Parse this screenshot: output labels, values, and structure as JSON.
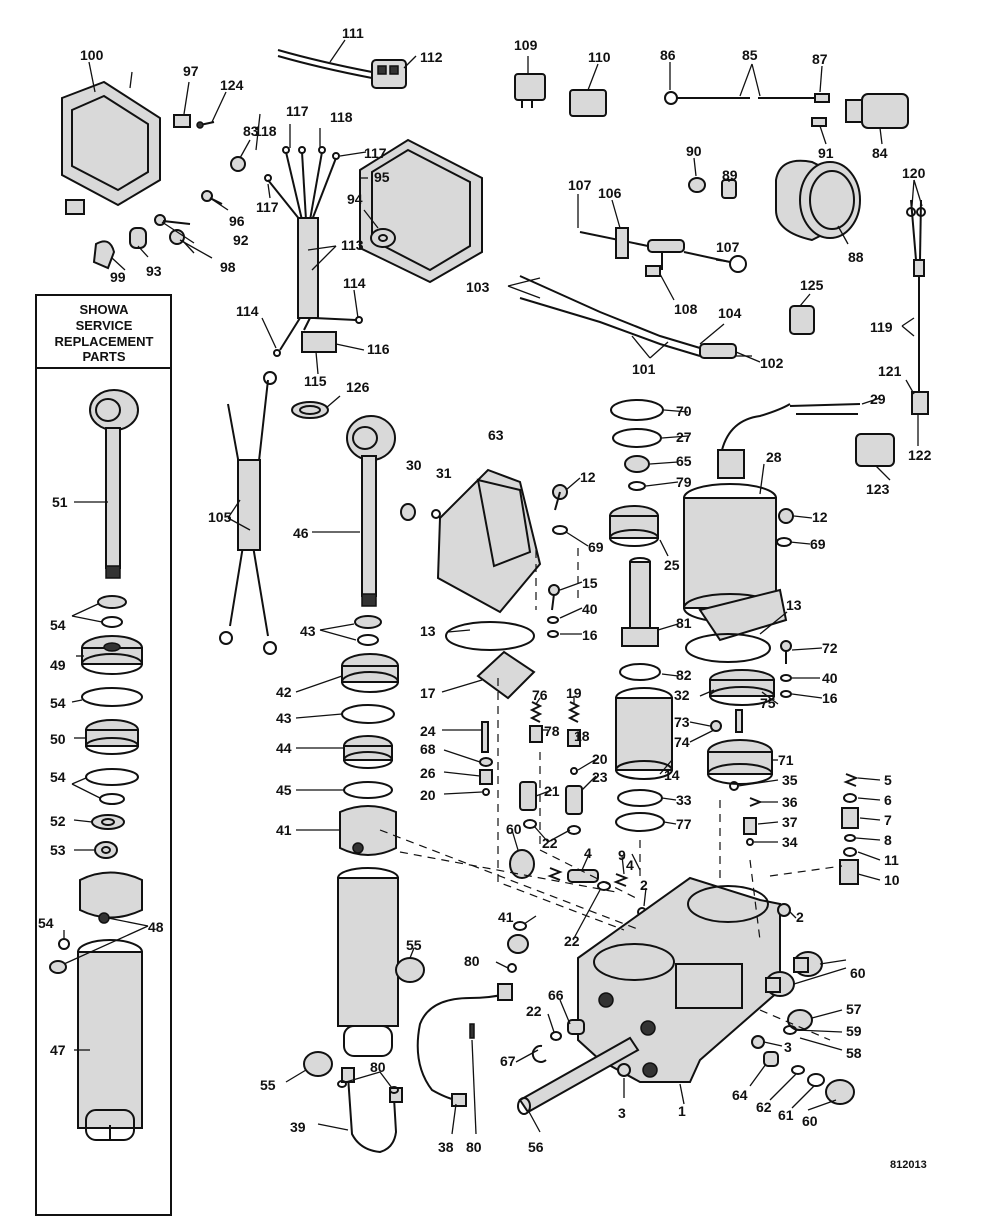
{
  "showa_box": {
    "title_lines": [
      "SHOWA",
      "SERVICE",
      "REPLACEMENT",
      "PARTS"
    ]
  },
  "drawing_number": "812013",
  "callouts": {
    "c1": "1",
    "c2a": "2",
    "c2b": "2",
    "c3a": "3",
    "c3b": "3",
    "c4a": "4",
    "c4b": "4",
    "c5": "5",
    "c6": "6",
    "c7": "7",
    "c8": "8",
    "c9": "9",
    "c10": "10",
    "c11": "11",
    "c12a": "12",
    "c12b": "12",
    "c13a": "13",
    "c13b": "13",
    "c14": "14",
    "c15": "15",
    "c16a": "16",
    "c16b": "16",
    "c17": "17",
    "c18": "18",
    "c19": "19",
    "c20a": "20",
    "c20b": "20",
    "c21": "21",
    "c22a": "22",
    "c22b": "22",
    "c22c": "22",
    "c23": "23",
    "c24": "24",
    "c25": "25",
    "c26": "26",
    "c27": "27",
    "c28": "28",
    "c29": "29",
    "c30": "30",
    "c31": "31",
    "c32": "32",
    "c33": "33",
    "c34": "34",
    "c35": "35",
    "c36": "36",
    "c37": "37",
    "c38": "38",
    "c39": "39",
    "c40a": "40",
    "c40b": "40",
    "c41a": "41",
    "c41b": "41",
    "c42": "42",
    "c43a": "43",
    "c43b": "43",
    "c44": "44",
    "c45": "45",
    "c46": "46",
    "c47": "47",
    "c48": "48",
    "c49": "49",
    "c50": "50",
    "c51": "51",
    "c52": "52",
    "c53": "53",
    "c54a": "54",
    "c54b": "54",
    "c54c": "54",
    "c54d": "54",
    "c55a": "55",
    "c55b": "55",
    "c56": "56",
    "c57": "57",
    "c58": "58",
    "c59": "59",
    "c60a": "60",
    "c60b": "60",
    "c60c": "60",
    "c61": "61",
    "c62": "62",
    "c63": "63",
    "c64": "64",
    "c65": "65",
    "c66": "66",
    "c67": "67",
    "c68": "68",
    "c69a": "69",
    "c69b": "69",
    "c70": "70",
    "c71": "71",
    "c72": "72",
    "c73": "73",
    "c74": "74",
    "c75": "75",
    "c76": "76",
    "c77": "77",
    "c78": "78",
    "c79": "79",
    "c80a": "80",
    "c80b": "80",
    "c80c": "80",
    "c81": "81",
    "c82": "82",
    "c83": "83",
    "c84": "84",
    "c85": "85",
    "c86": "86",
    "c87": "87",
    "c88": "88",
    "c89": "89",
    "c90": "90",
    "c91": "91",
    "c92": "92",
    "c93": "93",
    "c94": "94",
    "c95": "95",
    "c96": "96",
    "c97": "97",
    "c98": "98",
    "c99": "99",
    "c100": "100",
    "c101": "101",
    "c102": "102",
    "c103": "103",
    "c104": "104",
    "c105": "105",
    "c106": "106",
    "c107a": "107",
    "c107b": "107",
    "c108": "108",
    "c109": "109",
    "c110": "110",
    "c111": "111",
    "c112": "112",
    "c113": "113",
    "c114a": "114",
    "c114b": "114",
    "c115": "115",
    "c116": "116",
    "c117a": "117",
    "c117b": "117",
    "c117c": "117",
    "c118a": "118",
    "c118b": "118",
    "c119": "119",
    "c120": "120",
    "c121": "121",
    "c122": "122",
    "c123": "123",
    "c124": "124",
    "c125": "125",
    "c126": "126"
  }
}
